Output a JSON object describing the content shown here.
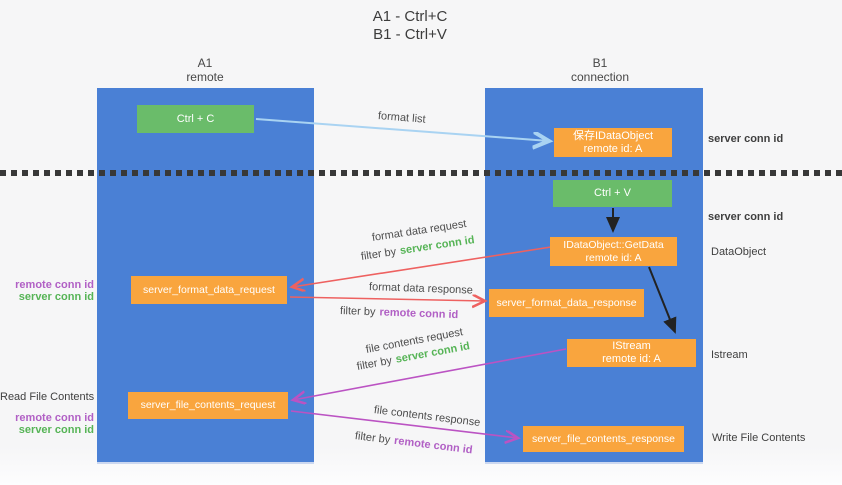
{
  "title": {
    "line1": "A1 - Ctrl+C",
    "line2": "B1 - Ctrl+V"
  },
  "columns": {
    "a": {
      "name": "A1",
      "role": "remote"
    },
    "b": {
      "name": "B1",
      "role": "connection"
    }
  },
  "nodes": {
    "ctrl_c": {
      "label": "Ctrl + C"
    },
    "save_dataobject": {
      "line1": "保存IDataObject",
      "line2": "remote id: A"
    },
    "ctrl_v": {
      "label": "Ctrl + V"
    },
    "getdata": {
      "line1": "IDataObject::GetData",
      "line2": "remote id: A"
    },
    "format_request": {
      "label": "server_format_data_request"
    },
    "format_response": {
      "label": "server_format_data_response"
    },
    "istream": {
      "line1": "IStream",
      "line2": "remote id: A"
    },
    "file_request": {
      "label": "server_file_contents_request"
    },
    "file_response": {
      "label": "server_file_contents_response"
    }
  },
  "arrow_labels": {
    "format_list": "format list",
    "format_data_request": "format data request",
    "format_data_response": "format data response",
    "file_contents_request": "file contents request",
    "file_contents_response": "file contents response",
    "filter_by": "filter by",
    "server_conn_id": "server conn id",
    "remote_conn_id": "remote conn id"
  },
  "annotations": {
    "right_server_conn_id_top": "server conn id",
    "right_server_conn_id_mid": "server conn id",
    "dataobject": "DataObject",
    "istream": "Istream",
    "write_file_contents": "Write File Contents",
    "read_file_contents": "Read File Contents",
    "left_remote_conn_id_top": "remote conn id",
    "left_server_conn_id_top": "server conn id",
    "left_remote_conn_id_bottom": "remote conn id",
    "left_server_conn_id_bottom": "server conn id"
  },
  "colors": {
    "column_blue": "#4a80d5",
    "box_green": "#6abc6a",
    "box_orange": "#f9a53e",
    "arrow_lightblue": "#a9d3f2",
    "arrow_red": "#ee6160",
    "arrow_magenta": "#bb53c3",
    "arrow_black": "#222222",
    "text_green": "#56b456",
    "text_purple": "#b160c5"
  }
}
